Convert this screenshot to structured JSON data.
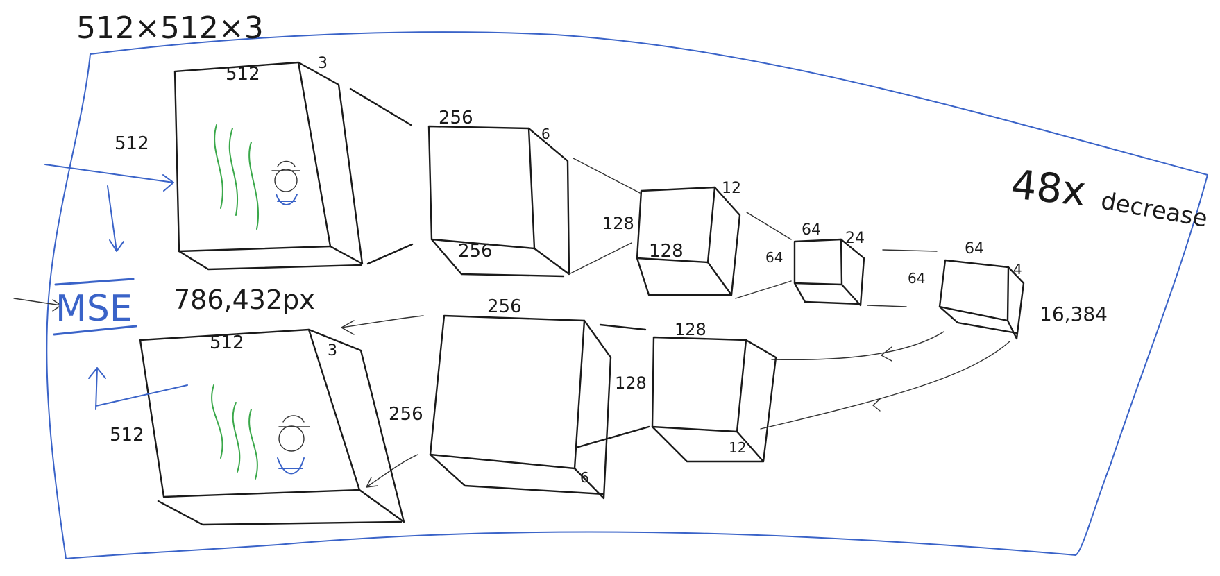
{
  "colors": {
    "ink": "#1a1a1a",
    "pen_blue": "#3a63c8",
    "pen_green": "#3aa84a"
  },
  "header": {
    "input_shape": "512×512×3"
  },
  "encoder": {
    "block1": {
      "width": "512",
      "height": "512",
      "depth": "3"
    },
    "block2": {
      "width": "256",
      "height": "256",
      "depth": "6"
    },
    "block3": {
      "width": "128",
      "height": "128",
      "depth": "12"
    },
    "block4": {
      "width": "64",
      "height": "64",
      "depth": "24"
    }
  },
  "latent": {
    "width": "64",
    "height": "64",
    "depth": "4",
    "size": "16,384"
  },
  "decoder": {
    "block3": {
      "width": "128",
      "height": "128",
      "depth": "12"
    },
    "block2": {
      "width": "256",
      "height": "256",
      "depth": "6"
    },
    "output": {
      "width": "512",
      "height": "512",
      "depth": "3"
    }
  },
  "loss": {
    "label": "MSE",
    "pixels": "786,432px"
  },
  "note": {
    "ratio": "48x",
    "word": "decrease"
  },
  "icons": [
    "arrow-icon",
    "snake-doodle-icon",
    "person-doodle-icon"
  ]
}
